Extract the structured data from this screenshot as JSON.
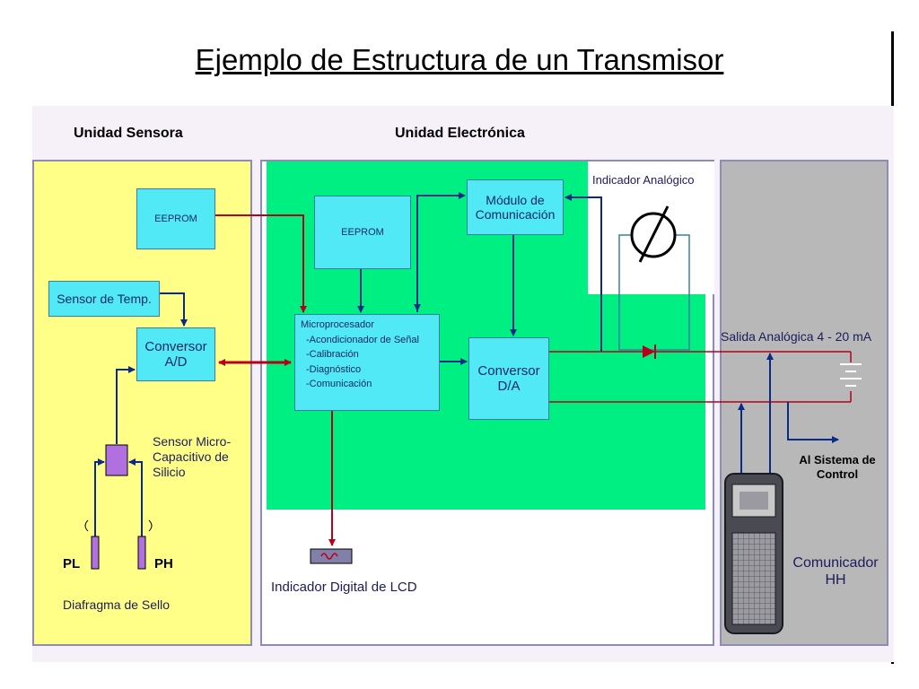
{
  "title": "Ejemplo de Estructura de un Transmisor",
  "headers": {
    "sensor_unit": "Unidad Sensora",
    "electronic_unit": "Unidad Electrónica"
  },
  "sensor_unit": {
    "eeprom": "EEPROM",
    "temp_sensor": "Sensor de Temp.",
    "ad_converter": "Conversor A/D",
    "micro_sensor": "Sensor Micro-Capacitivo de Silicio",
    "pl": "PL",
    "ph": "PH",
    "diaphragm": "Diafragma de Sello"
  },
  "electronic_unit": {
    "eeprom": "EEPROM",
    "comm_module": "Módulo de Comunicación",
    "analog_indicator": "Indicador Analógico",
    "microprocessor": {
      "title": "Microprocesador",
      "items": [
        "-Acondicionador de Señal",
        "-Calibración",
        "-Diagnóstico",
        "-Comunicación"
      ]
    },
    "da_converter": "Conversor D/A",
    "lcd_indicator": "Indicador Digital de LCD"
  },
  "outputs": {
    "analog_output": "Salida Analógica 4 - 20 mA",
    "to_control_system": "Al Sistema de Control",
    "hh_communicator": "Comunicador HH"
  },
  "colors": {
    "sensor_bg": "#ffff88",
    "electronic_bg": "#00ef82",
    "box_fill": "#52e9f7",
    "signal_red": "#b80018",
    "signal_blue": "#0a2a88"
  }
}
